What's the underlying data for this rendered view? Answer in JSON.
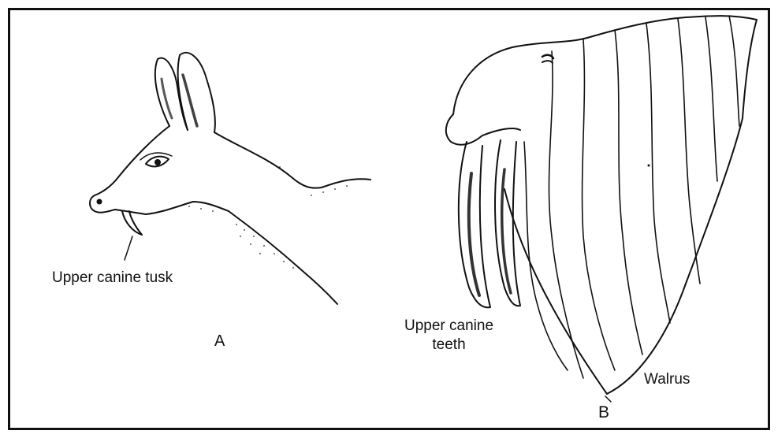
{
  "figure": {
    "panel_a": {
      "callout": "Upper canine tusk",
      "letter": "A"
    },
    "panel_b": {
      "callout_line1": "Upper canine",
      "callout_line2": "teeth",
      "animal_name": "Walrus",
      "letter": "B"
    }
  },
  "colors": {
    "ink": "#111111",
    "paper": "#ffffff"
  }
}
